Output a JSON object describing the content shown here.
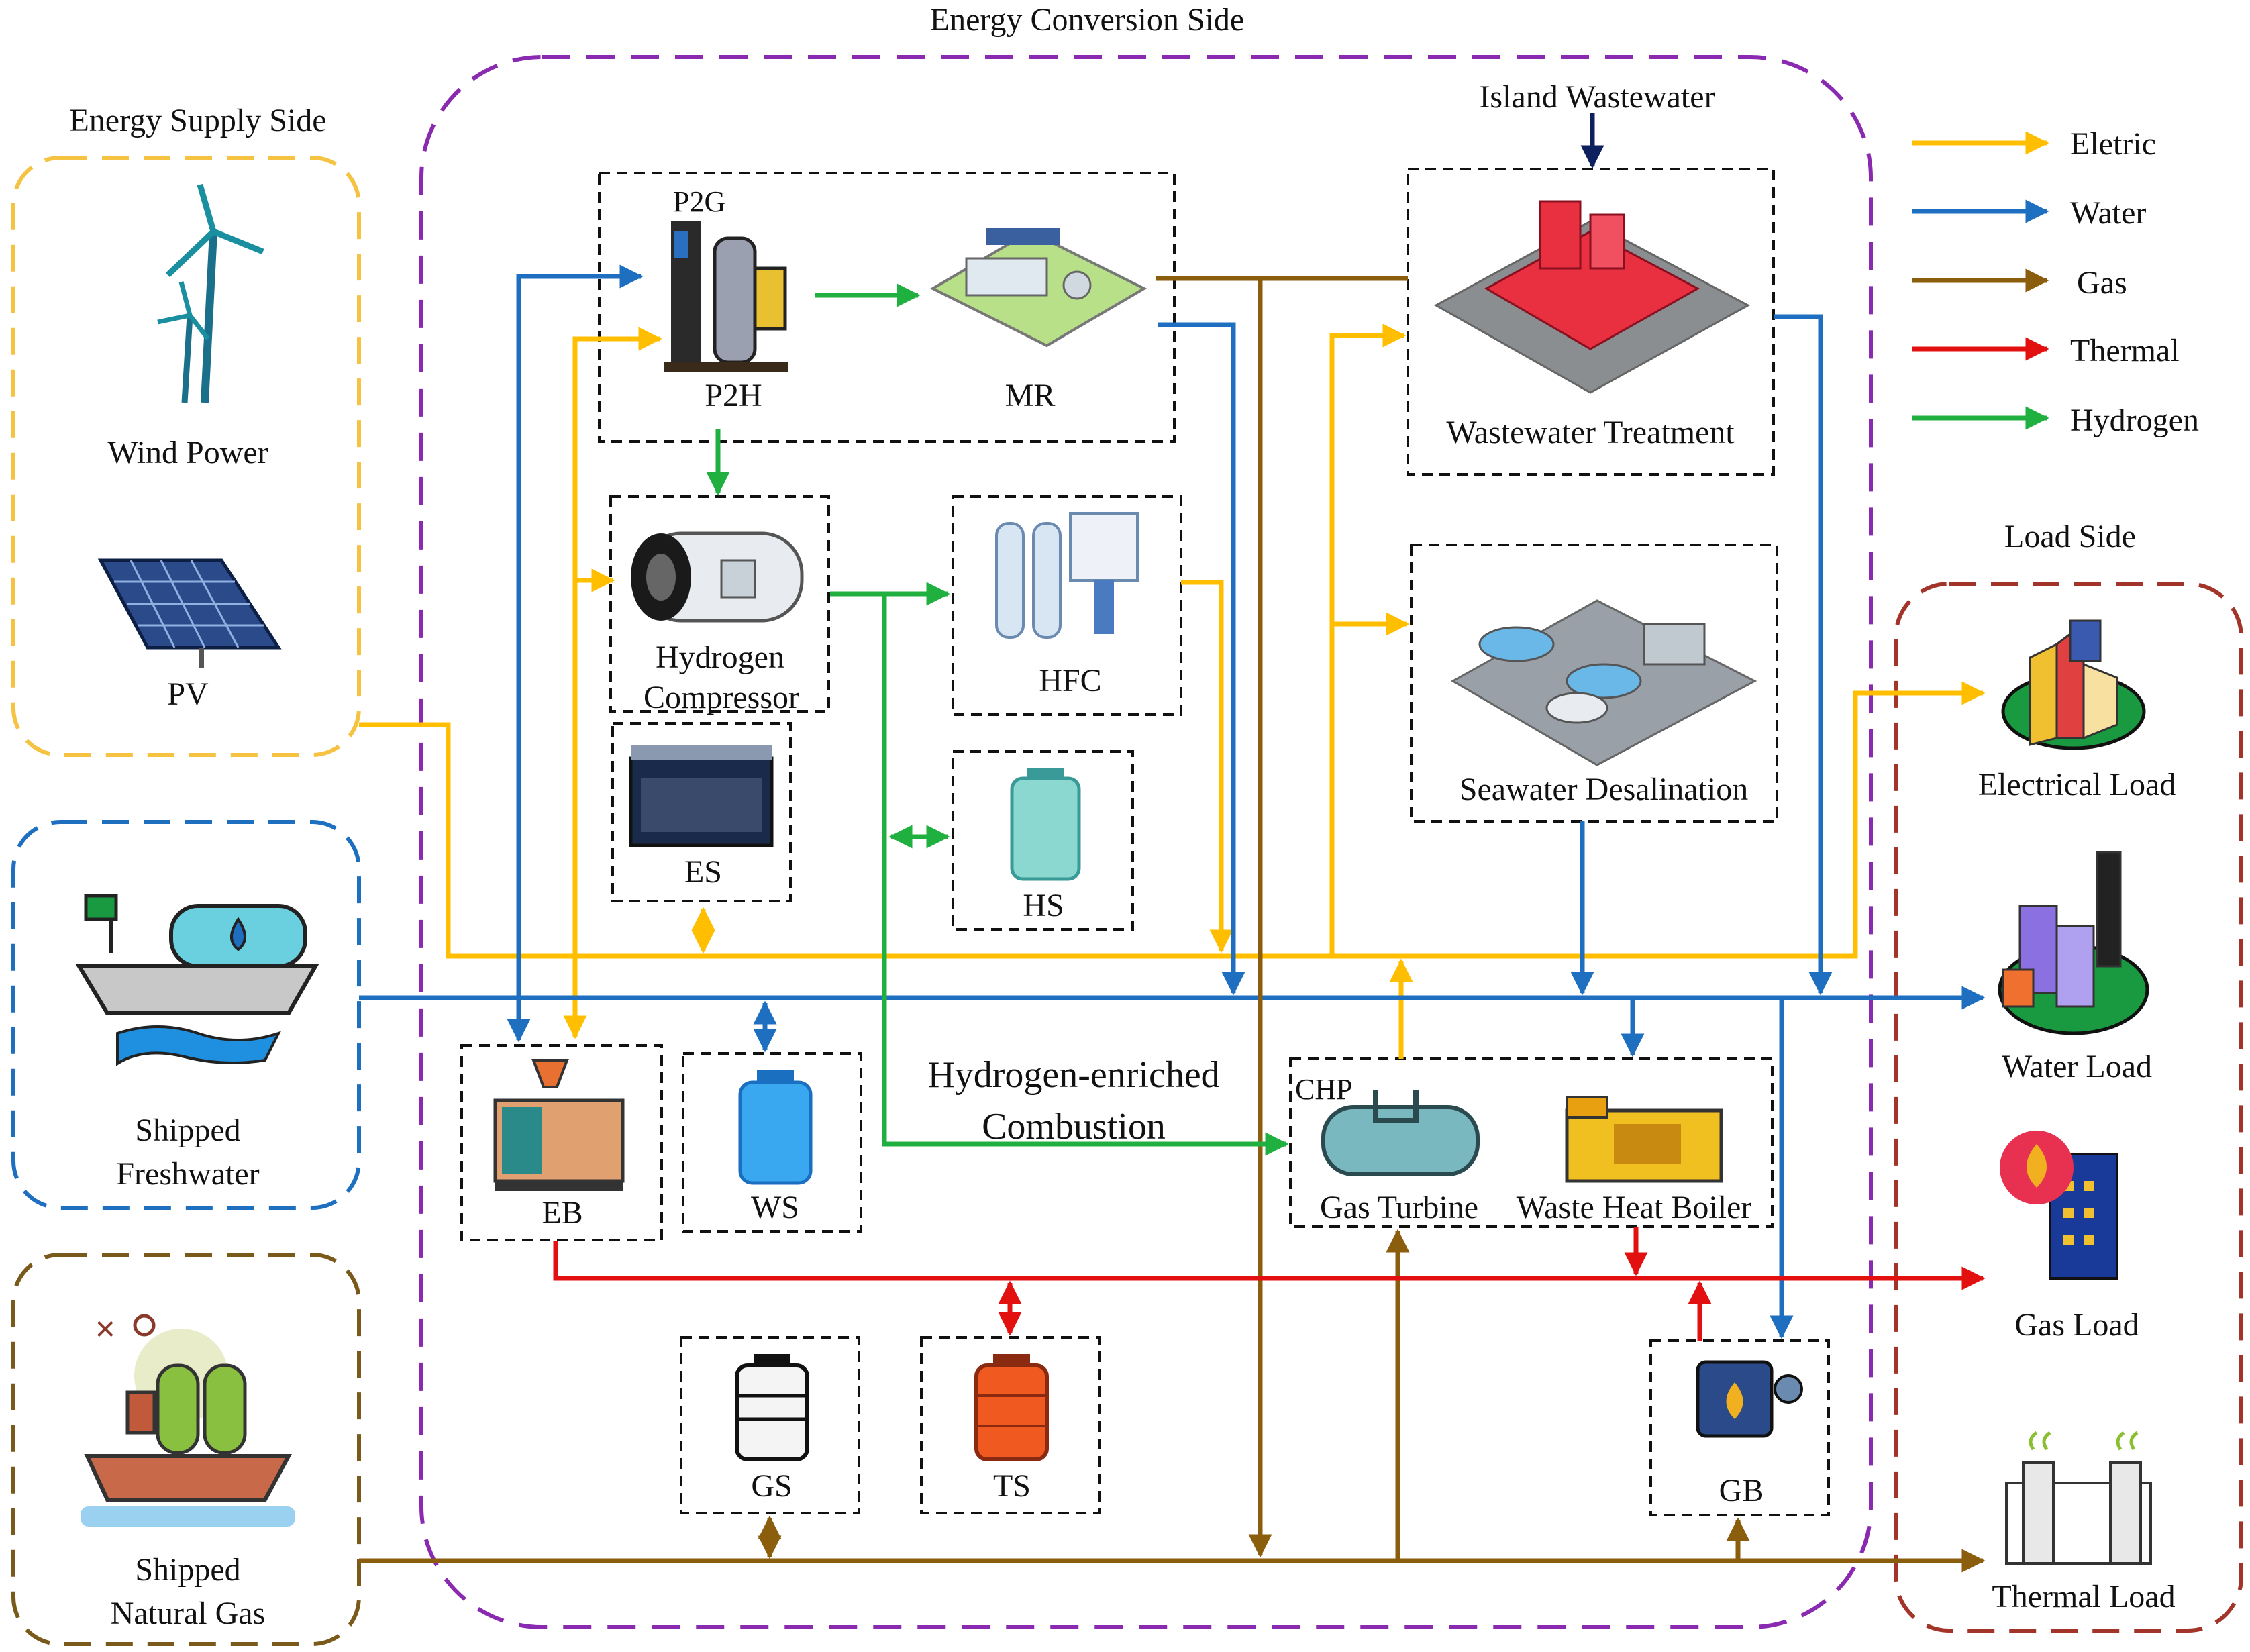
{
  "titles": {
    "supply_side": "Energy Supply Side",
    "conversion_side": "Energy Conversion Side",
    "load_side": "Load Side"
  },
  "legend": [
    {
      "label": "Eletric",
      "color": "#ffbf00"
    },
    {
      "label": "Water",
      "color": "#1f6fc0"
    },
    {
      "label": "Gas",
      "color": "#8b5e0e"
    },
    {
      "label": "Thermal",
      "color": "#e31010"
    },
    {
      "label": "Hydrogen",
      "color": "#20b040"
    }
  ],
  "supply": {
    "wind": "Wind Power",
    "pv": "PV",
    "freshwater_1": "Shipped",
    "freshwater_2": "Freshwater",
    "natgas_1": "Shipped",
    "natgas_2": "Natural Gas"
  },
  "conversion": {
    "p2g": "P2G",
    "p2h": "P2H",
    "mr": "MR",
    "island_wastewater": "Island Wastewater",
    "wastewater_treatment": "Wastewater Treatment",
    "compressor_1": "Hydrogen",
    "compressor_2": "Compressor",
    "hfc": "HFC",
    "es": "ES",
    "hs": "HS",
    "seawater": "Seawater Desalination",
    "eb": "EB",
    "ws": "WS",
    "hec_1": "Hydrogen-enriched",
    "hec_2": "Combustion",
    "chp": "CHP",
    "gas_turbine": "Gas Turbine",
    "waste_heat_boiler": "Waste Heat Boiler",
    "gs": "GS",
    "ts": "TS",
    "gb": "GB"
  },
  "loads": {
    "electrical": "Electrical Load",
    "water": "Water Load",
    "gas": "Gas Load",
    "thermal": "Thermal Load"
  },
  "colors": {
    "supply_border": "#f5c242",
    "freshwater_border": "#1f6fc0",
    "natgas_border": "#7a5a1a",
    "conversion_border": "#8a2ab0",
    "load_border": "#a3342a"
  }
}
